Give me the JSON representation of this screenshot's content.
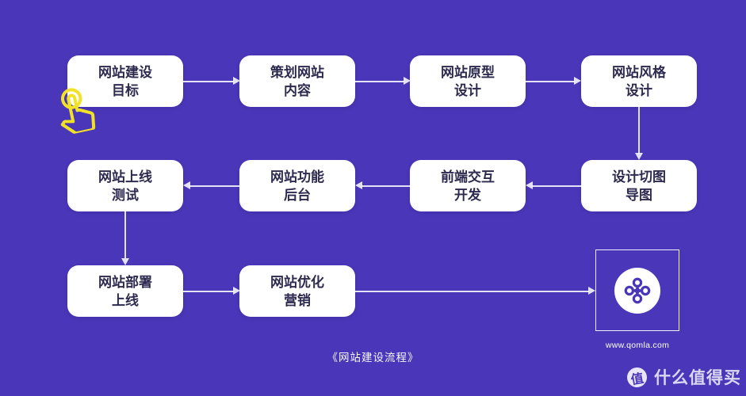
{
  "colors": {
    "background": "#4A36B8",
    "node_text": "#2D2A4F",
    "arrow": "#E8E4F8",
    "cursor_yellow": "#F2E227",
    "logo_purple": "#4A36B8"
  },
  "flowchart": {
    "nodes": [
      {
        "id": 1,
        "label": "网站建设\n目标"
      },
      {
        "id": 2,
        "label": "策划网站\n内容"
      },
      {
        "id": 3,
        "label": "网站原型\n设计"
      },
      {
        "id": 4,
        "label": "网站风格\n设计"
      },
      {
        "id": 5,
        "label": "设计切图\n导图"
      },
      {
        "id": 6,
        "label": "前端交互\n开发"
      },
      {
        "id": 7,
        "label": "网站功能\n后台"
      },
      {
        "id": 8,
        "label": "网站上线\n测试"
      },
      {
        "id": 9,
        "label": "网站部署\n上线"
      },
      {
        "id": 10,
        "label": "网站优化\n营销"
      }
    ],
    "edges": [
      {
        "from": 1,
        "to": 2
      },
      {
        "from": 2,
        "to": 3
      },
      {
        "from": 3,
        "to": 4
      },
      {
        "from": 4,
        "to": 5
      },
      {
        "from": 5,
        "to": 6
      },
      {
        "from": 6,
        "to": 7
      },
      {
        "from": 7,
        "to": 8
      },
      {
        "from": 8,
        "to": 9
      },
      {
        "from": 9,
        "to": 10
      },
      {
        "from": 10,
        "to": "qomla-logo"
      }
    ]
  },
  "caption": "《网站建设流程》",
  "logo": {
    "name": "qomla-logo",
    "url_text": "www.qomla.com"
  },
  "watermark": {
    "badge": "值",
    "text": "什么值得买"
  }
}
